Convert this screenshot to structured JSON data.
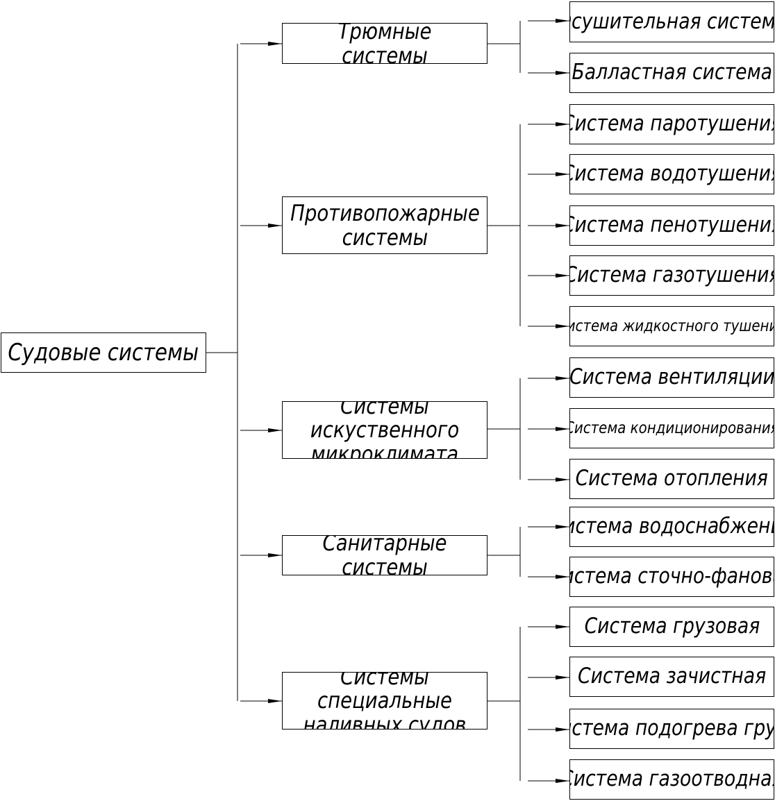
{
  "root": {
    "label": "Судовые системы"
  },
  "groups": [
    {
      "label": "Трюмные системы",
      "children": [
        "Осушительная система",
        "Балластная система"
      ]
    },
    {
      "label": "Противопожарные системы",
      "children": [
        "Система паротушения",
        "Система водотушения",
        "Система пенотушения",
        "Система газотушения",
        "Система жидкостного тушения"
      ]
    },
    {
      "label": "Системы искуственного микроклимата",
      "children": [
        "Система вентиляции",
        "Система кондиционирования",
        "Система отопления"
      ]
    },
    {
      "label": "Санитарные системы",
      "children": [
        "Система водоснабжения",
        "Система сточно-фановая"
      ]
    },
    {
      "label": "Системы специальные наливных судов",
      "children": [
        "Система грузовая",
        "Система зачистная",
        "Система подогрева груза",
        "Система газоотводная"
      ]
    }
  ]
}
